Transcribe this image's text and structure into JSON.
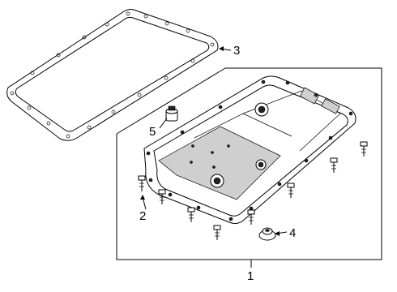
{
  "callouts": {
    "c1": "1",
    "c2": "2",
    "c3": "3",
    "c4": "4",
    "c5": "5"
  },
  "icons": [
    "gasket",
    "oil-pan",
    "drain-plug",
    "bolt",
    "grommet"
  ]
}
